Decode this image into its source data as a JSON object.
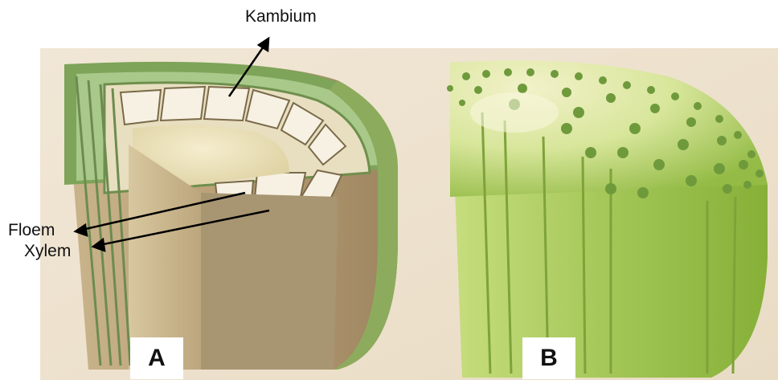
{
  "labels": {
    "kambium": "Kambium",
    "floem": "Floem",
    "xylem": "Xylem"
  },
  "panels": {
    "a": "A",
    "b": "B"
  }
}
